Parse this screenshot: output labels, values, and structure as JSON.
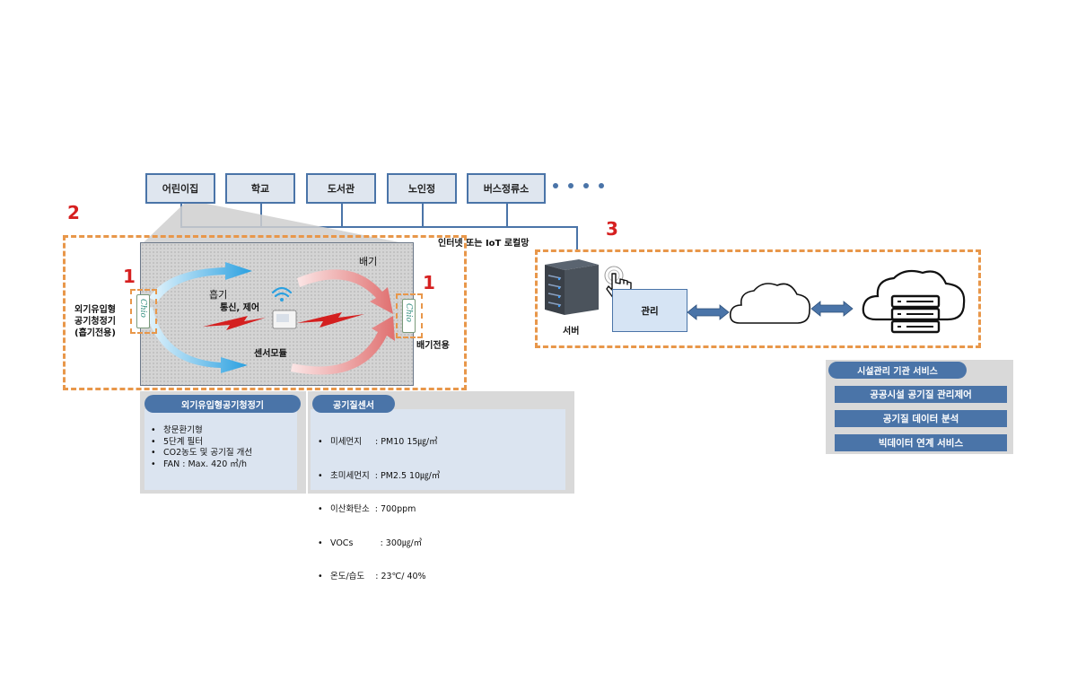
{
  "facilities": [
    "어린이집",
    "학교",
    "도서관",
    "노인정",
    "버스정류소"
  ],
  "network_label": "인터넷 또는 IoT 로컬망",
  "section_numbers": {
    "two": "2",
    "three": "3",
    "one_left": "1",
    "one_right": "1"
  },
  "room": {
    "exhaust_label": "배기",
    "intake_label": "흡기",
    "comm_label": "통신, 제어",
    "sensor_label": "센서모듈",
    "purifier_brand": "Chio",
    "left_device_label": [
      "외기유입형",
      "공기청정기",
      "(흡기전용)"
    ],
    "right_device_label": "배기전용"
  },
  "server": {
    "server_label": "서버",
    "management_label": "관리"
  },
  "purifier_panel": {
    "title": "외기유입형공기청정기",
    "items": [
      "창문환기형",
      "5단계 필터",
      "CO2농도 및 공기질 개선",
      "FAN :  Max.  420 ㎥/h"
    ]
  },
  "sensor_panel": {
    "title": "공기질센서",
    "items": [
      "미세먼지     : PM10 15㎍/㎥",
      "초미세먼지  : PM2.5 10㎍/㎥",
      "이산화탄소  : 700ppm",
      "VOCs          : 300㎍/㎥",
      "온도/습도    : 23℃/ 40%"
    ]
  },
  "services": {
    "title": "시설관리 기관 서비스",
    "items": [
      "공공시설 공기질 관리제어",
      "공기질 데이터 분석",
      "빅데이터 연계 서비스"
    ]
  },
  "colors": {
    "accent_blue": "#4a74a8",
    "dash_orange": "#e8974a",
    "number_red": "#d62020"
  }
}
